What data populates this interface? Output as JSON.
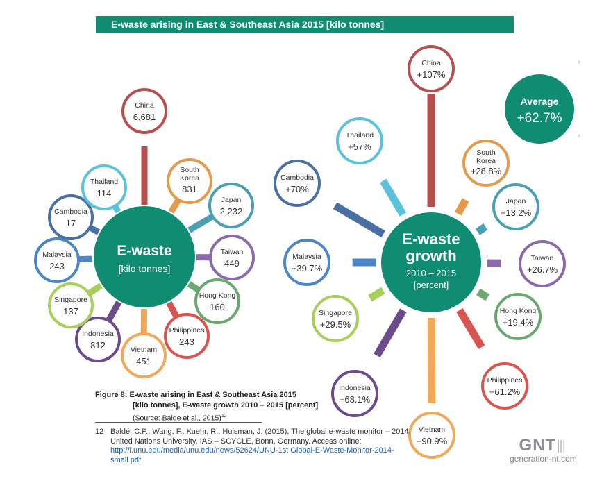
{
  "banner": {
    "title": "E-waste arising in East & Southeast Asia 2015 [kilo tonnes]",
    "color": "#0f8c71"
  },
  "chart_data": [
    {
      "type": "radial-bubble",
      "center": {
        "label": "E-waste",
        "sublabel": "[kilo tonnes]"
      },
      "items": [
        {
          "name": "China",
          "display": "6,681",
          "value": 6681,
          "color": "#b5504e"
        },
        {
          "name": "South Korea",
          "display": "831",
          "value": 831,
          "color": "#e39a4a"
        },
        {
          "name": "Japan",
          "display": "2,232",
          "value": 2232,
          "color": "#4aa0b2"
        },
        {
          "name": "Taiwan",
          "display": "449",
          "value": 449,
          "color": "#8a6aad"
        },
        {
          "name": "Hong Kong",
          "display": "160",
          "value": 160,
          "color": "#6aa870"
        },
        {
          "name": "Philippines",
          "display": "243",
          "value": 243,
          "color": "#d9534f"
        },
        {
          "name": "Vietnam",
          "display": "451",
          "value": 451,
          "color": "#f0a85a"
        },
        {
          "name": "Indonesia",
          "display": "812",
          "value": 812,
          "color": "#6c4b8c"
        },
        {
          "name": "Singapore",
          "display": "137",
          "value": 137,
          "color": "#a8cf5a"
        },
        {
          "name": "Malaysia",
          "display": "243",
          "value": 243,
          "color": "#4a86c8"
        },
        {
          "name": "Cambodia",
          "display": "17",
          "value": 17,
          "color": "#4a6fa5"
        },
        {
          "name": "Thailand",
          "display": "114",
          "value": 114,
          "color": "#5bc2dc"
        }
      ]
    },
    {
      "type": "radial-bubble",
      "center": {
        "label": "E-waste",
        "label2": "growth",
        "sublabel": "2010 – 2015",
        "sublabel2": "[percent]"
      },
      "average": {
        "label": "Average",
        "display": "+62.7%",
        "value": 62.7
      },
      "items": [
        {
          "name": "China",
          "display": "+107%",
          "value": 107,
          "color": "#b5504e"
        },
        {
          "name": "South Korea",
          "display": "+28.8%",
          "value": 28.8,
          "color": "#e39a4a"
        },
        {
          "name": "Japan",
          "display": "+13.2%",
          "value": 13.2,
          "color": "#4aa0b2"
        },
        {
          "name": "Taiwan",
          "display": "+26.7%",
          "value": 26.7,
          "color": "#8a6aad"
        },
        {
          "name": "Hong Kong",
          "display": "+19.4%",
          "value": 19.4,
          "color": "#6aa870"
        },
        {
          "name": "Philippines",
          "display": "+61.2%",
          "value": 61.2,
          "color": "#d9534f"
        },
        {
          "name": "Vietnam",
          "display": "+90.9%",
          "value": 90.9,
          "color": "#f0a85a"
        },
        {
          "name": "Indonesia",
          "display": "+68.1%",
          "value": 68.1,
          "color": "#6c4b8c"
        },
        {
          "name": "Singapore",
          "display": "+29.5%",
          "value": 29.5,
          "color": "#a8cf5a"
        },
        {
          "name": "Malaysia",
          "display": "+39.7%",
          "value": 39.7,
          "color": "#4a86c8"
        },
        {
          "name": "Cambodia",
          "display": "+70%",
          "value": 70,
          "color": "#4a6fa5"
        },
        {
          "name": "Thailand",
          "display": "+57%",
          "value": 57,
          "color": "#5bc2dc"
        }
      ]
    }
  ],
  "caption": {
    "title": "Figure 8: E-waste arising in East & Southeast Asia 2015",
    "line2": "[kilo tonnes], E-waste growth 2010 – 2015 [percent]",
    "source": "(Source: Balde et al., 2015)",
    "source_ref": "12"
  },
  "footnote": {
    "number": "12",
    "text": "Baldé, C.P., Wang, F., Kuehr, R., Huisman, J. (2015), The global e-waste monitor – 2014, United Nations University, IAS – SCYCLE, Bonn, Germany. Access online: ",
    "link": "http://i.unu.edu/media/unu.edu/news/52624/UNU-1st Global-E-Waste-Monitor-2014-small.pdf"
  },
  "watermark": {
    "logo": "GNT",
    "site": "generation-nt.com"
  }
}
